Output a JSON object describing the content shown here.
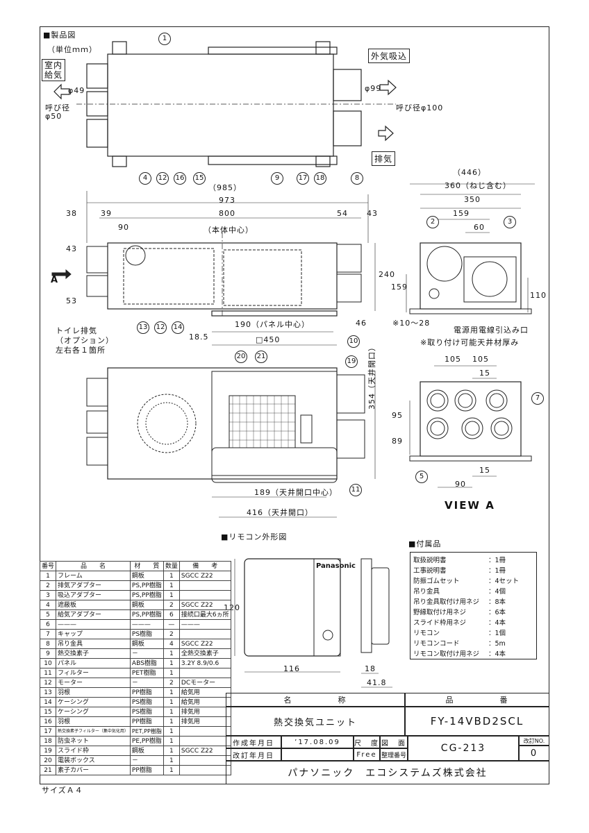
{
  "section_titles": {
    "product_drawing": "■製品図",
    "unit": "（単位ｍｍ）",
    "remote_shape": "■リモコン外形図",
    "accessories": "■付属品"
  },
  "labels": {
    "outdoor_intake": "外気吸込",
    "indoor_supply_1": "室内",
    "indoor_supply_2": "給気",
    "exhaust": "排気",
    "nominal_50_1": "呼び径",
    "nominal_50_2": "φ50",
    "nominal_100": "呼び径φ100",
    "phi99": "φ99",
    "phi49": "φ49",
    "toilet_1": "トイレ排気",
    "toilet_2": "（オプション）",
    "toilet_3": "左右各１箇所",
    "body_center": "（本体中心）",
    "arrow_a": "A",
    "view_a": "VIEW A",
    "cable_inlet": "電源用電線引込み口",
    "ceiling_note": "※取り付け可能天井材厚み",
    "ceiling_range": "※10～28",
    "panel_center": "190（パネル中心）",
    "panel_450": "□450",
    "opening_center": "189（天井開口中心）",
    "opening_416": "416（天井開口）",
    "opening_354": "354（天井開口）",
    "size": "サイズＡ４",
    "remote_brand": "Panasonic"
  },
  "dimensions": {
    "d985": "（985）",
    "d973": "973",
    "d800": "800",
    "d38": "38",
    "d39": "39",
    "d90": "90",
    "d54": "54",
    "d43a": "43",
    "d43b": "43",
    "d53": "53",
    "d240": "240",
    "d46": "46",
    "d18_5": "18.5",
    "d446": "（446）",
    "d360": "360（ねじ含む）",
    "d350": "350",
    "d159a": "159",
    "d60": "60",
    "d159b": "159",
    "d110": "110",
    "d105a": "105",
    "d105b": "105",
    "d15a": "15",
    "d15b": "15",
    "d95": "95",
    "d89": "89",
    "d90b": "90",
    "d120": "120",
    "d116": "116",
    "d18": "18",
    "d41_8": "41.8"
  },
  "balloons": [
    "1",
    "2",
    "3",
    "4",
    "5",
    "7",
    "8",
    "9",
    "10",
    "11",
    "12",
    "12",
    "13",
    "14",
    "15",
    "16",
    "17",
    "18",
    "19",
    "20",
    "21"
  ],
  "parts_table": {
    "headers": [
      "番号",
      "品　　名",
      "材　　質",
      "数量",
      "備　　考"
    ],
    "rows": [
      [
        "1",
        "フレーム",
        "鋼板",
        "1",
        "SGCC Z22"
      ],
      [
        "2",
        "排気アダプター",
        "PS,PP樹脂",
        "1",
        ""
      ],
      [
        "3",
        "吸込アダプター",
        "PS,PP樹脂",
        "1",
        ""
      ],
      [
        "4",
        "遮蔽板",
        "鋼板",
        "2",
        "SGCC Z22"
      ],
      [
        "5",
        "給気アダプター",
        "PS,PP樹脂",
        "6",
        "接続口最大6ヵ所"
      ],
      [
        "6",
        "———",
        "———",
        "—",
        "———"
      ],
      [
        "7",
        "キャップ",
        "PS樹脂",
        "2",
        ""
      ],
      [
        "8",
        "吊り金具",
        "鋼板",
        "4",
        "SGCC Z22"
      ],
      [
        "9",
        "熱交換素子",
        "－",
        "1",
        "全熱交換素子"
      ],
      [
        "10",
        "パネル",
        "ABS樹脂",
        "1",
        "3.2Y 8.9/0.6"
      ],
      [
        "11",
        "フィルター",
        "PET樹脂",
        "1",
        ""
      ],
      [
        "12",
        "モーター",
        "－",
        "2",
        "DCモーター"
      ],
      [
        "13",
        "羽根",
        "PP樹脂",
        "1",
        "給気用"
      ],
      [
        "14",
        "ケーシング",
        "PS樹脂",
        "1",
        "給気用"
      ],
      [
        "15",
        "ケーシング",
        "PS樹脂",
        "1",
        "排気用"
      ],
      [
        "16",
        "羽根",
        "PP樹脂",
        "1",
        "排気用"
      ],
      [
        "17",
        "熱交換素子フィルター（集中気化用）",
        "PET,PP樹脂",
        "1",
        ""
      ],
      [
        "18",
        "防虫ネット",
        "PE,PP樹脂",
        "1",
        ""
      ],
      [
        "19",
        "スライド枠",
        "鋼板",
        "1",
        "SGCC Z22"
      ],
      [
        "20",
        "電装ボックス",
        "－",
        "1",
        ""
      ],
      [
        "21",
        "素子カバー",
        "PP樹脂",
        "1",
        ""
      ]
    ]
  },
  "accessories": [
    [
      "取扱説明書",
      "：1冊"
    ],
    [
      "工事説明書",
      "：1冊"
    ],
    [
      "防振ゴムセット",
      "：4セット"
    ],
    [
      "吊り金具",
      "：4個"
    ],
    [
      "吊り金具取付け用ネジ",
      "：8本"
    ],
    [
      "野縁取付け用ネジ",
      "：6本"
    ],
    [
      "スライド枠用ネジ",
      "：4本"
    ],
    [
      "リモコン",
      "：1個"
    ],
    [
      "リモコンコード",
      "：5m"
    ],
    [
      "リモコン取付け用ネジ",
      "：4本"
    ]
  ],
  "title_block": {
    "name_header": "名　　　　　称",
    "number_header": "品　　　　　番",
    "name": "熱交換気ユニット",
    "product_no": "FY-14VBD2SCL",
    "created_label": "作成年月日",
    "created_date": "’17.08.09",
    "scale_label": "尺　度",
    "scale_value": "Free",
    "drawing_label": "図　面",
    "ref_label": "整理番号",
    "revised_label": "改訂年月日",
    "drawing_no": "CG-213",
    "rev_label": "改訂NO.",
    "rev_no": "0",
    "company": "パナソニック　エコシステムズ株式会社"
  }
}
